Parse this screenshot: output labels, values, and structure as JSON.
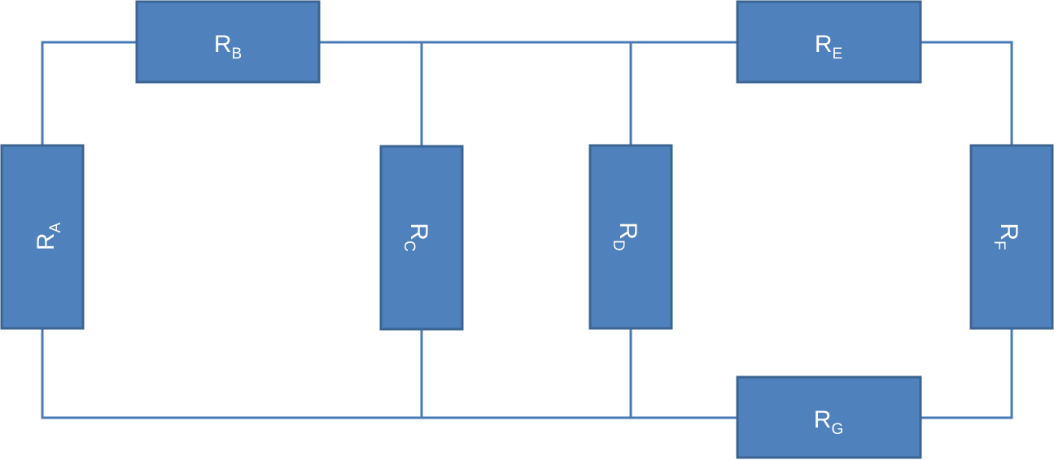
{
  "diagram": {
    "colors": {
      "wire": "#4a7ab5",
      "resistor_fill": "#4f81bd",
      "resistor_border": "#3b6592",
      "label": "#ffffff",
      "background": "#ffffff"
    },
    "resistors": {
      "a": {
        "symbol": "R",
        "subscript": "A"
      },
      "b": {
        "symbol": "R",
        "subscript": "B"
      },
      "c": {
        "symbol": "R",
        "subscript": "C"
      },
      "d": {
        "symbol": "R",
        "subscript": "D"
      },
      "e": {
        "symbol": "R",
        "subscript": "E"
      },
      "f": {
        "symbol": "R",
        "subscript": "F"
      },
      "g": {
        "symbol": "R",
        "subscript": "G"
      }
    }
  }
}
